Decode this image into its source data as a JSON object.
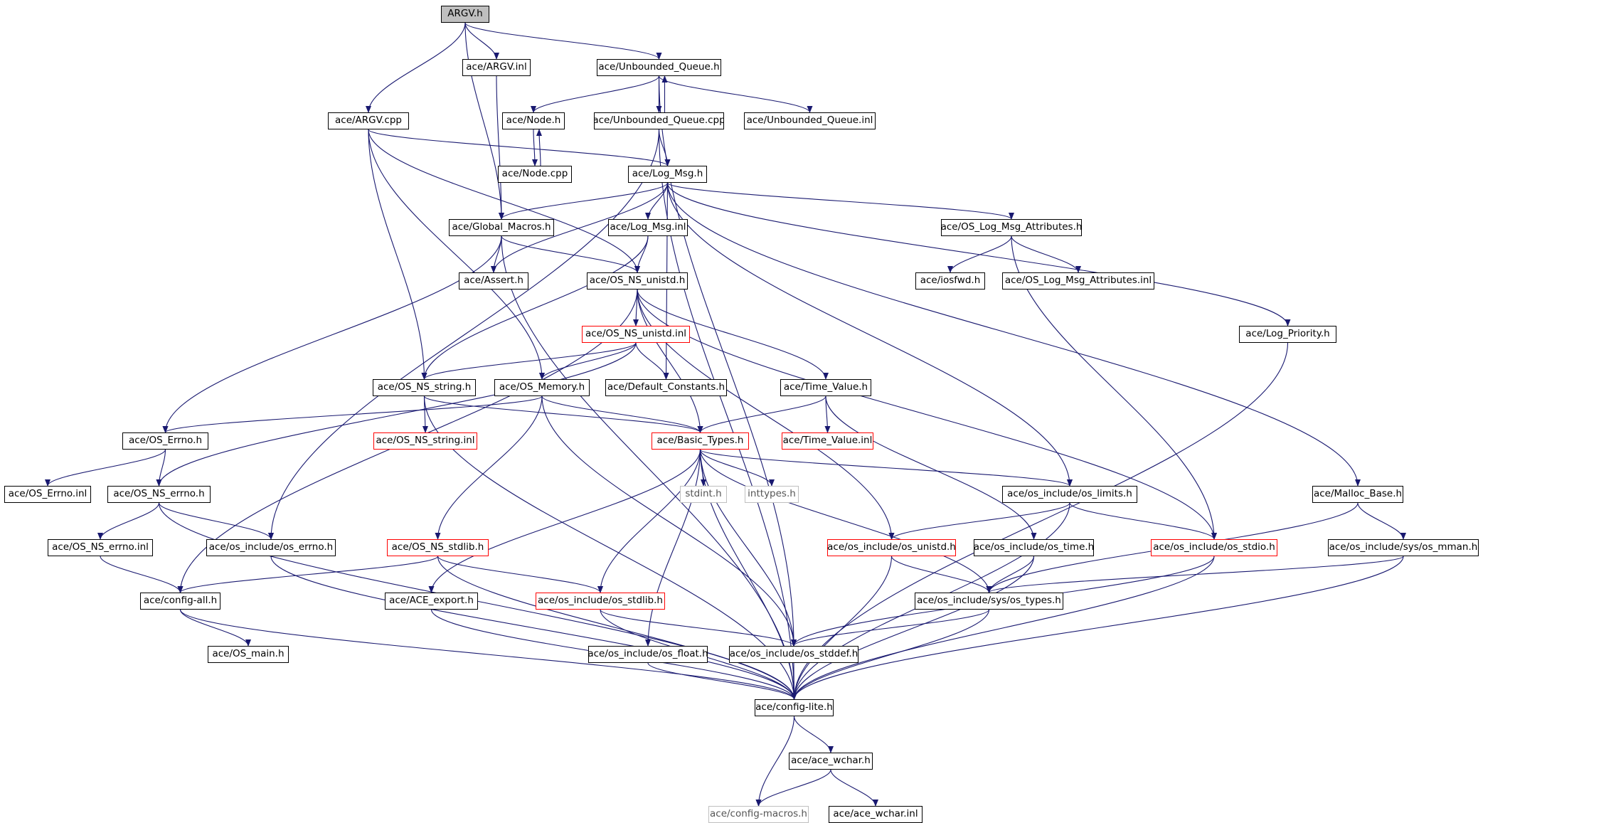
{
  "diagram": {
    "nodes": [
      {
        "id": "argv_h",
        "label": "ARGV.h",
        "style": "root"
      },
      {
        "id": "argv_inl",
        "label": "ace/ARGV.inl",
        "style": "normal"
      },
      {
        "id": "unbq_h",
        "label": "ace/Unbounded_Queue.h",
        "style": "normal"
      },
      {
        "id": "argv_cpp",
        "label": "ace/ARGV.cpp",
        "style": "normal"
      },
      {
        "id": "node_h",
        "label": "ace/Node.h",
        "style": "normal"
      },
      {
        "id": "unbq_cpp",
        "label": "ace/Unbounded_Queue.cpp",
        "style": "normal"
      },
      {
        "id": "unbq_inl",
        "label": "ace/Unbounded_Queue.inl",
        "style": "normal"
      },
      {
        "id": "node_cpp",
        "label": "ace/Node.cpp",
        "style": "normal"
      },
      {
        "id": "logmsg_h",
        "label": "ace/Log_Msg.h",
        "style": "normal"
      },
      {
        "id": "globmac_h",
        "label": "ace/Global_Macros.h",
        "style": "normal"
      },
      {
        "id": "logmsg_inl",
        "label": "ace/Log_Msg.inl",
        "style": "normal"
      },
      {
        "id": "oslma_h",
        "label": "ace/OS_Log_Msg_Attributes.h",
        "style": "normal"
      },
      {
        "id": "assert_h",
        "label": "ace/Assert.h",
        "style": "normal"
      },
      {
        "id": "osnsunistd_h",
        "label": "ace/OS_NS_unistd.h",
        "style": "normal"
      },
      {
        "id": "iosfwd_h",
        "label": "ace/iosfwd.h",
        "style": "normal"
      },
      {
        "id": "oslma_inl",
        "label": "ace/OS_Log_Msg_Attributes.inl",
        "style": "normal"
      },
      {
        "id": "osnsunistd_inl",
        "label": "ace/OS_NS_unistd.inl",
        "style": "red"
      },
      {
        "id": "logprio_h",
        "label": "ace/Log_Priority.h",
        "style": "normal"
      },
      {
        "id": "osnsstring_h",
        "label": "ace/OS_NS_string.h",
        "style": "normal"
      },
      {
        "id": "osmemory_h",
        "label": "ace/OS_Memory.h",
        "style": "normal"
      },
      {
        "id": "defconst_h",
        "label": "ace/Default_Constants.h",
        "style": "normal"
      },
      {
        "id": "timeval_h",
        "label": "ace/Time_Value.h",
        "style": "normal"
      },
      {
        "id": "oserrno_h",
        "label": "ace/OS_Errno.h",
        "style": "normal"
      },
      {
        "id": "osnsstring_inl",
        "label": "ace/OS_NS_string.inl",
        "style": "red"
      },
      {
        "id": "basictypes_h",
        "label": "ace/Basic_Types.h",
        "style": "red"
      },
      {
        "id": "timeval_inl",
        "label": "ace/Time_Value.inl",
        "style": "red"
      },
      {
        "id": "oserrno_inl",
        "label": "ace/OS_Errno.inl",
        "style": "normal"
      },
      {
        "id": "osnserrno_h",
        "label": "ace/OS_NS_errno.h",
        "style": "normal"
      },
      {
        "id": "stdint_h",
        "label": "stdint.h",
        "style": "gray"
      },
      {
        "id": "inttypes_h",
        "label": "inttypes.h",
        "style": "gray"
      },
      {
        "id": "oslimits_h",
        "label": "ace/os_include/os_limits.h",
        "style": "normal"
      },
      {
        "id": "mallocbase_h",
        "label": "ace/Malloc_Base.h",
        "style": "normal"
      },
      {
        "id": "osnserrno_inl",
        "label": "ace/OS_NS_errno.inl",
        "style": "normal"
      },
      {
        "id": "oserrno_os_h",
        "label": "ace/os_include/os_errno.h",
        "style": "normal"
      },
      {
        "id": "osnsstdlib_h",
        "label": "ace/OS_NS_stdlib.h",
        "style": "red"
      },
      {
        "id": "osunistd_h",
        "label": "ace/os_include/os_unistd.h",
        "style": "red"
      },
      {
        "id": "ostime_h",
        "label": "ace/os_include/os_time.h",
        "style": "normal"
      },
      {
        "id": "osstdio_h",
        "label": "ace/os_include/os_stdio.h",
        "style": "red"
      },
      {
        "id": "osmman_h",
        "label": "ace/os_include/sys/os_mman.h",
        "style": "normal"
      },
      {
        "id": "configall_h",
        "label": "ace/config-all.h",
        "style": "normal"
      },
      {
        "id": "aceexport_h",
        "label": "ace/ACE_export.h",
        "style": "normal"
      },
      {
        "id": "osstdlib_h",
        "label": "ace/os_include/os_stdlib.h",
        "style": "red"
      },
      {
        "id": "ostypes_h",
        "label": "ace/os_include/sys/os_types.h",
        "style": "normal"
      },
      {
        "id": "osmain_h",
        "label": "ace/OS_main.h",
        "style": "normal"
      },
      {
        "id": "osfloat_h",
        "label": "ace/os_include/os_float.h",
        "style": "normal"
      },
      {
        "id": "osstddef_h",
        "label": "ace/os_include/os_stddef.h",
        "style": "normal"
      },
      {
        "id": "configlite_h",
        "label": "ace/config-lite.h",
        "style": "normal"
      },
      {
        "id": "acewchar_h",
        "label": "ace/ace_wchar.h",
        "style": "normal"
      },
      {
        "id": "configmacros_h",
        "label": "ace/config-macros.h",
        "style": "gray"
      },
      {
        "id": "acewchar_inl",
        "label": "ace/ace_wchar.inl",
        "style": "normal"
      }
    ],
    "edges": [
      [
        "argv_h",
        "argv_inl"
      ],
      [
        "argv_h",
        "unbq_h"
      ],
      [
        "argv_h",
        "argv_cpp"
      ],
      [
        "argv_h",
        "globmac_h"
      ],
      [
        "argv_inl",
        "globmac_h"
      ],
      [
        "unbq_h",
        "node_h"
      ],
      [
        "unbq_h",
        "unbq_cpp"
      ],
      [
        "unbq_h",
        "unbq_inl"
      ],
      [
        "unbq_h",
        "osstddef_h"
      ],
      [
        "unbq_cpp",
        "unbq_h"
      ],
      [
        "unbq_cpp",
        "logmsg_h"
      ],
      [
        "unbq_cpp",
        "oserrno_os_h"
      ],
      [
        "unbq_cpp",
        "configlite_h"
      ],
      [
        "node_h",
        "node_cpp"
      ],
      [
        "node_cpp",
        "node_h"
      ],
      [
        "argv_cpp",
        "logmsg_h"
      ],
      [
        "argv_cpp",
        "osnsunistd_h"
      ],
      [
        "argv_cpp",
        "osnsstring_h"
      ],
      [
        "argv_cpp",
        "osmemory_h"
      ],
      [
        "logmsg_h",
        "globmac_h"
      ],
      [
        "logmsg_h",
        "logmsg_inl"
      ],
      [
        "logmsg_h",
        "oslma_h"
      ],
      [
        "logmsg_h",
        "assert_h"
      ],
      [
        "logmsg_h",
        "defconst_h"
      ],
      [
        "logmsg_h",
        "logprio_h"
      ],
      [
        "logmsg_h",
        "mallocbase_h"
      ],
      [
        "logmsg_h",
        "oslimits_h"
      ],
      [
        "globmac_h",
        "assert_h"
      ],
      [
        "globmac_h",
        "osnsunistd_h"
      ],
      [
        "globmac_h",
        "oserrno_h"
      ],
      [
        "globmac_h",
        "configlite_h"
      ],
      [
        "logmsg_inl",
        "osnsunistd_h"
      ],
      [
        "logmsg_inl",
        "osnsstring_h"
      ],
      [
        "oslma_h",
        "iosfwd_h"
      ],
      [
        "oslma_h",
        "oslma_inl"
      ],
      [
        "oslma_h",
        "osstdio_h"
      ],
      [
        "osnsunistd_h",
        "osnsunistd_inl"
      ],
      [
        "osnsunistd_h",
        "basictypes_h"
      ],
      [
        "osnsunistd_h",
        "timeval_h"
      ],
      [
        "osnsunistd_h",
        "osunistd_h"
      ],
      [
        "osnsunistd_h",
        "osstdio_h"
      ],
      [
        "osnsunistd_h",
        "configall_h"
      ],
      [
        "osnsunistd_inl",
        "osnsstring_h"
      ],
      [
        "osnsunistd_inl",
        "osmemory_h"
      ],
      [
        "osnsunistd_inl",
        "defconst_h"
      ],
      [
        "osnsunistd_inl",
        "osnserrno_h"
      ],
      [
        "osnsstring_h",
        "osnsstring_inl"
      ],
      [
        "osnsstring_h",
        "basictypes_h"
      ],
      [
        "osnsstring_h",
        "configlite_h"
      ],
      [
        "osmemory_h",
        "oserrno_h"
      ],
      [
        "osmemory_h",
        "basictypes_h"
      ],
      [
        "osmemory_h",
        "osnsstdlib_h"
      ],
      [
        "osmemory_h",
        "osstddef_h"
      ],
      [
        "timeval_h",
        "basictypes_h"
      ],
      [
        "timeval_h",
        "timeval_inl"
      ],
      [
        "timeval_h",
        "ostime_h"
      ],
      [
        "oserrno_h",
        "oserrno_inl"
      ],
      [
        "oserrno_h",
        "osnserrno_h"
      ],
      [
        "osnserrno_h",
        "osnserrno_inl"
      ],
      [
        "osnserrno_h",
        "oserrno_os_h"
      ],
      [
        "osnserrno_h",
        "configlite_h"
      ],
      [
        "osnserrno_inl",
        "configall_h"
      ],
      [
        "basictypes_h",
        "stdint_h"
      ],
      [
        "basictypes_h",
        "inttypes_h"
      ],
      [
        "basictypes_h",
        "oslimits_h"
      ],
      [
        "basictypes_h",
        "aceexport_h"
      ],
      [
        "basictypes_h",
        "osstdlib_h"
      ],
      [
        "basictypes_h",
        "osfloat_h"
      ],
      [
        "basictypes_h",
        "osstddef_h"
      ],
      [
        "basictypes_h",
        "ostypes_h"
      ],
      [
        "basictypes_h",
        "configlite_h"
      ],
      [
        "oslimits_h",
        "osunistd_h"
      ],
      [
        "oslimits_h",
        "osstdio_h"
      ],
      [
        "oslimits_h",
        "configlite_h"
      ],
      [
        "mallocbase_h",
        "osmman_h"
      ],
      [
        "mallocbase_h",
        "ostypes_h"
      ],
      [
        "oserrno_os_h",
        "configlite_h"
      ],
      [
        "osnsstdlib_h",
        "configall_h"
      ],
      [
        "osnsstdlib_h",
        "osstdlib_h"
      ],
      [
        "osnsstdlib_h",
        "configlite_h"
      ],
      [
        "osunistd_h",
        "ostypes_h"
      ],
      [
        "osunistd_h",
        "configlite_h"
      ],
      [
        "ostime_h",
        "ostypes_h"
      ],
      [
        "ostime_h",
        "configlite_h"
      ],
      [
        "osstdio_h",
        "osstddef_h"
      ],
      [
        "osstdio_h",
        "configlite_h"
      ],
      [
        "osmman_h",
        "ostypes_h"
      ],
      [
        "osmman_h",
        "configlite_h"
      ],
      [
        "configall_h",
        "osmain_h"
      ],
      [
        "configall_h",
        "configlite_h"
      ],
      [
        "aceexport_h",
        "configlite_h"
      ],
      [
        "osstdlib_h",
        "osstddef_h"
      ],
      [
        "osstdlib_h",
        "configlite_h"
      ],
      [
        "ostypes_h",
        "osstddef_h"
      ],
      [
        "ostypes_h",
        "configlite_h"
      ],
      [
        "osfloat_h",
        "configlite_h"
      ],
      [
        "osstddef_h",
        "configlite_h"
      ],
      [
        "logprio_h",
        "configlite_h"
      ],
      [
        "configlite_h",
        "acewchar_h"
      ],
      [
        "configlite_h",
        "configmacros_h"
      ],
      [
        "acewchar_h",
        "configmacros_h"
      ],
      [
        "acewchar_h",
        "acewchar_inl"
      ]
    ],
    "colors": {
      "edge": "#191970",
      "node_border": "#000000",
      "root_fill": "#bfbfbf",
      "red_border": "#ff0000",
      "gray_border": "#bfbfbf"
    }
  }
}
